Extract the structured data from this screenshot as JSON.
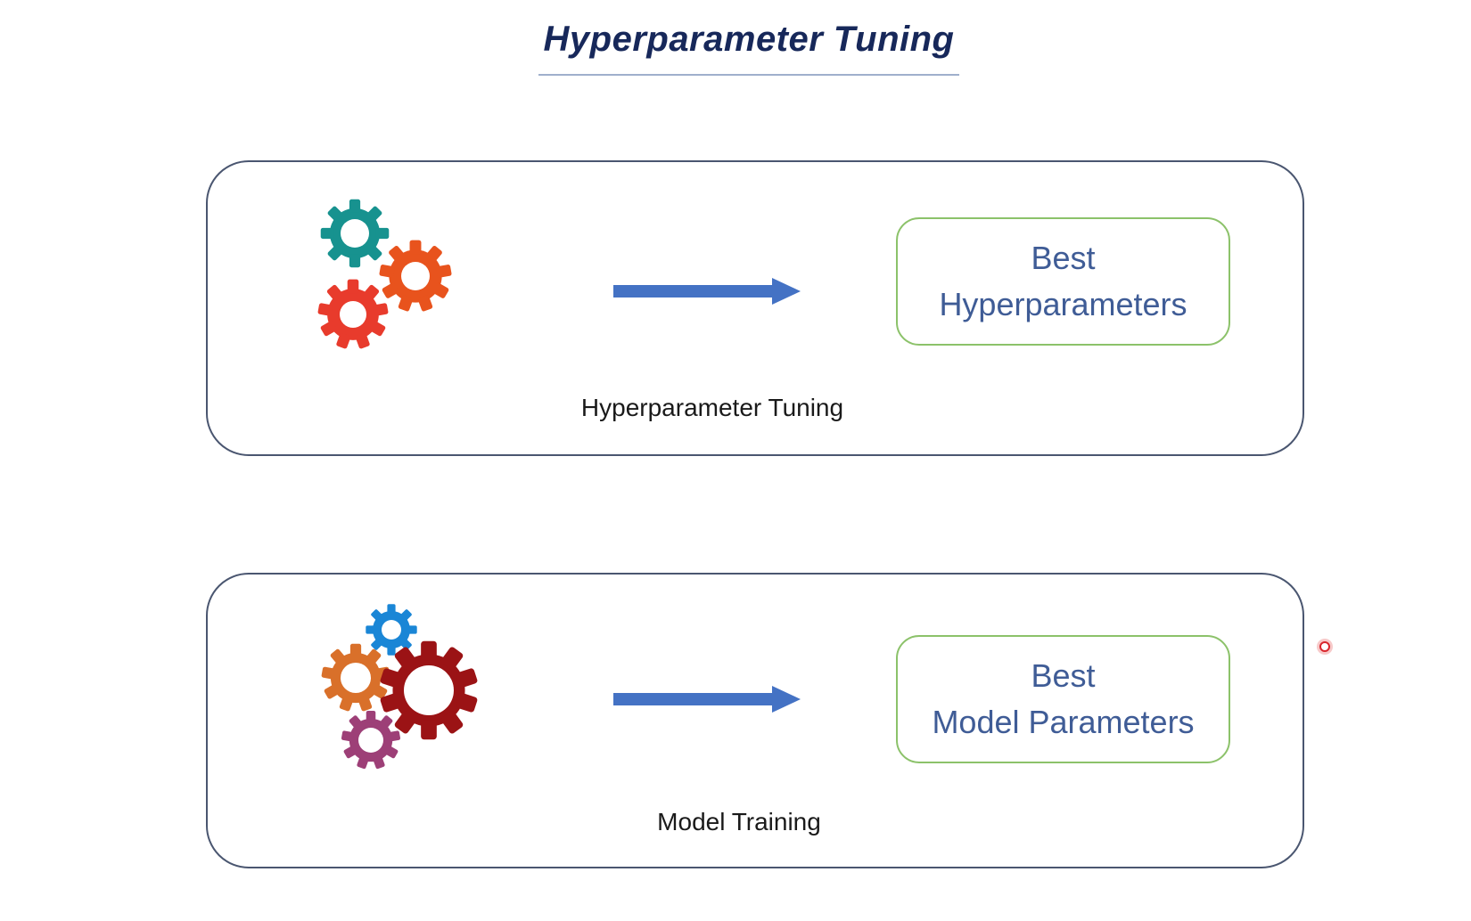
{
  "title": "Hyperparameter Tuning",
  "panels": [
    {
      "caption": "Hyperparameter Tuning",
      "result_line1": "Best",
      "result_line2": "Hyperparameters",
      "gear_colors": [
        "#17928f",
        "#e8531d",
        "#e83b2c"
      ]
    },
    {
      "caption": "Model Training",
      "result_line1": "Best",
      "result_line2": "Model Parameters",
      "gear_colors": [
        "#1a86d6",
        "#d9702a",
        "#9b1315",
        "#9d3f77"
      ]
    }
  ],
  "colors": {
    "title": "#17285a",
    "panel_border": "#4a5670",
    "result_border": "#8cc26a",
    "result_text": "#3f5c96",
    "arrow": "#4472c4"
  }
}
